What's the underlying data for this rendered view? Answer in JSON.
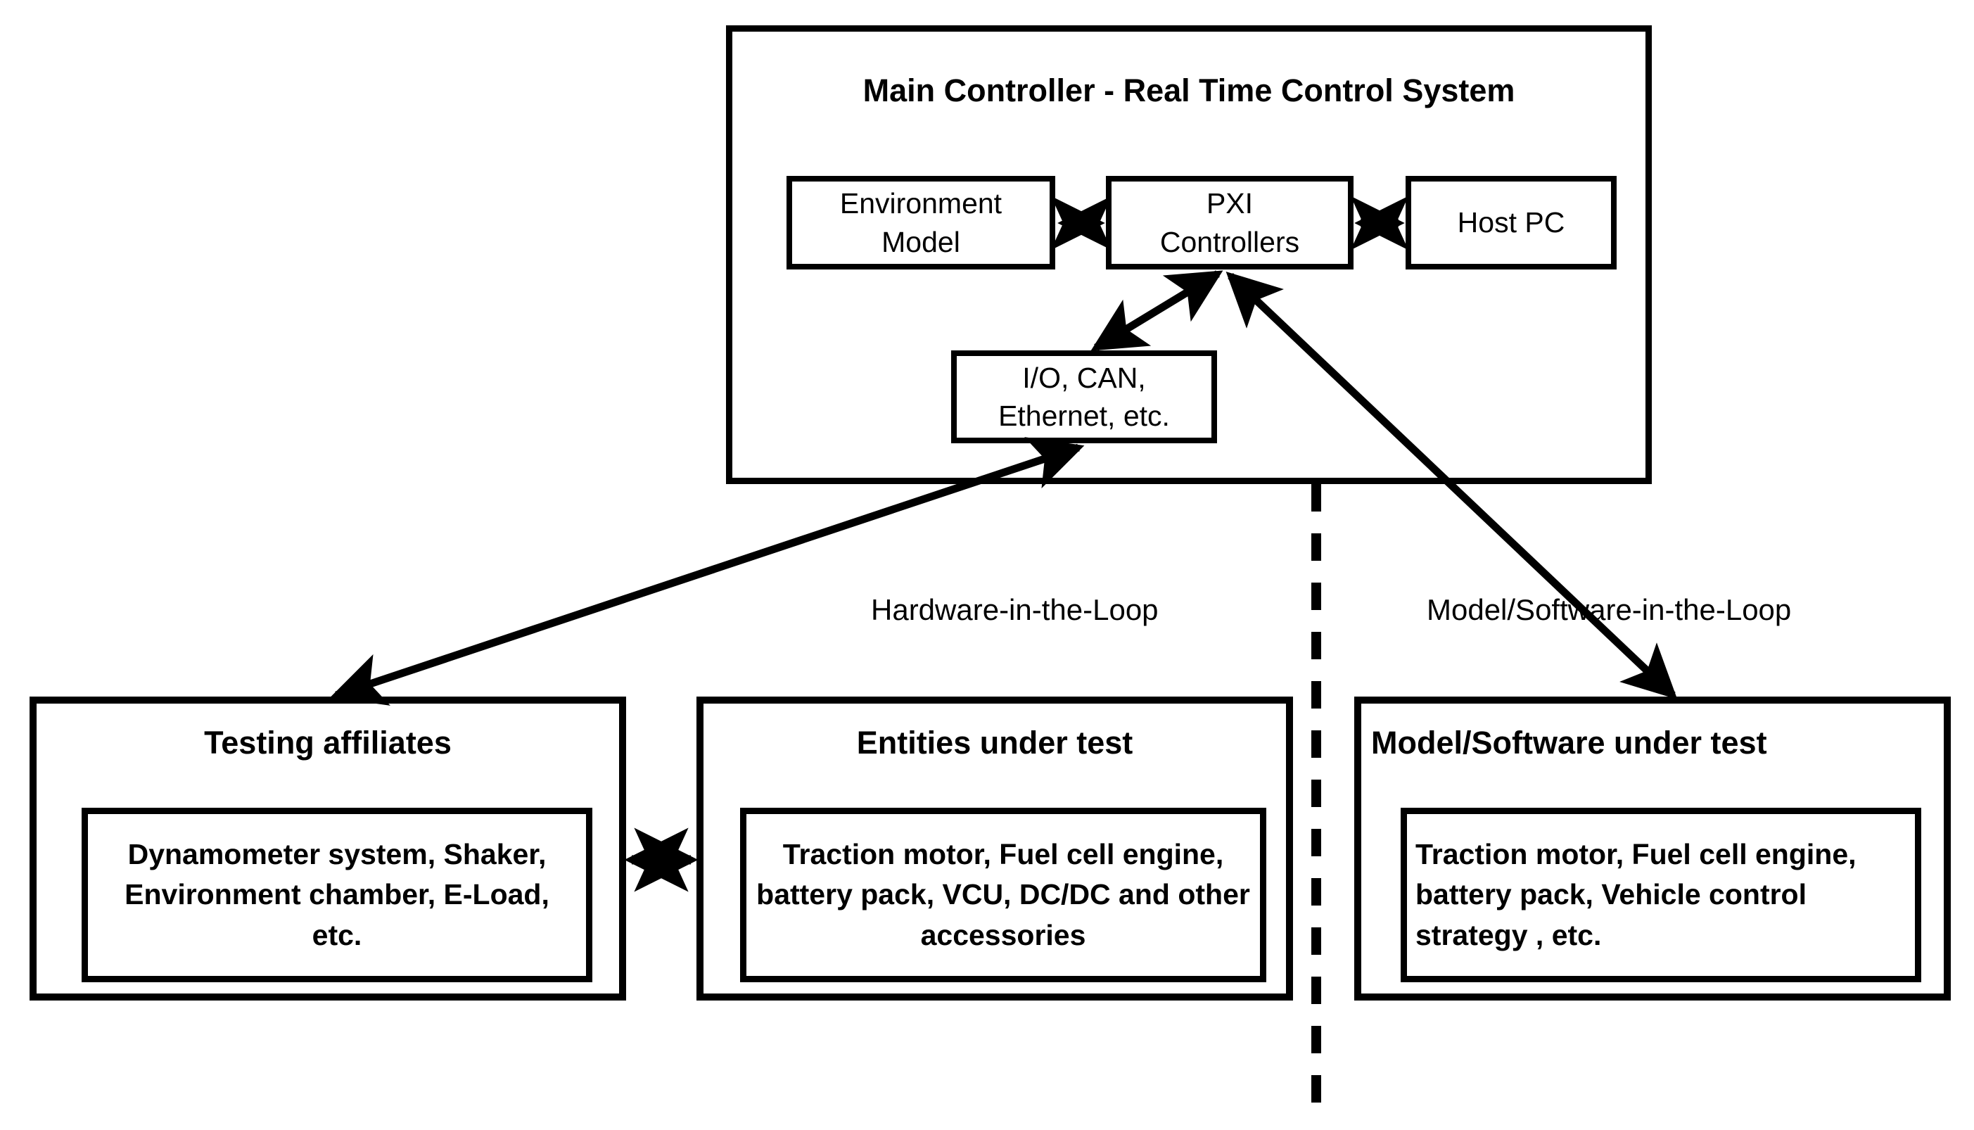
{
  "diagram": {
    "title": "Main Controller - Real Time Control System",
    "main_controller": {
      "title": "Main Controller - Real Time Control System",
      "blocks": [
        {
          "id": "environment-model",
          "label": "Environment\nModel"
        },
        {
          "id": "pxi-controllers",
          "label": "PXI\nControllers"
        },
        {
          "id": "host-pc",
          "label": "Host PC"
        },
        {
          "id": "io-can",
          "label": "I/O, CAN,\nEthernet, etc."
        }
      ]
    },
    "divider": {
      "style": "dashed-vertical",
      "left_label": "Hardware-in-the-Loop",
      "right_label": "Model/Software-in-the-Loop"
    },
    "bottom_blocks": [
      {
        "id": "testing-affiliates",
        "title": "Testing affiliates",
        "body": "Dynamometer system, Shaker, Environment chamber, E-Load, etc.",
        "align": "center"
      },
      {
        "id": "entities-under-test",
        "title": "Entities under test",
        "body": "Traction motor, Fuel cell engine, battery pack, VCU, DC/DC and other accessories",
        "align": "center"
      },
      {
        "id": "model-software-under-test",
        "title": "Model/Software under test",
        "body": "Traction motor, Fuel cell engine, battery pack, Vehicle control strategy , etc.",
        "align": "left"
      }
    ],
    "connections": [
      {
        "from": "environment-model",
        "to": "pxi-controllers",
        "type": "double-arrow",
        "orientation": "horizontal"
      },
      {
        "from": "pxi-controllers",
        "to": "host-pc",
        "type": "double-arrow",
        "orientation": "horizontal"
      },
      {
        "from": "pxi-controllers",
        "to": "io-can",
        "type": "double-arrow",
        "orientation": "diagonal"
      },
      {
        "from": "io-can",
        "to": "testing-affiliates",
        "type": "double-arrow",
        "orientation": "diagonal"
      },
      {
        "from": "pxi-controllers",
        "to": "model-software-under-test",
        "type": "double-arrow",
        "orientation": "diagonal"
      },
      {
        "from": "testing-affiliates",
        "to": "entities-under-test",
        "type": "double-arrow",
        "orientation": "horizontal"
      }
    ],
    "colors": {
      "stroke": "#000000",
      "background": "#ffffff"
    }
  }
}
